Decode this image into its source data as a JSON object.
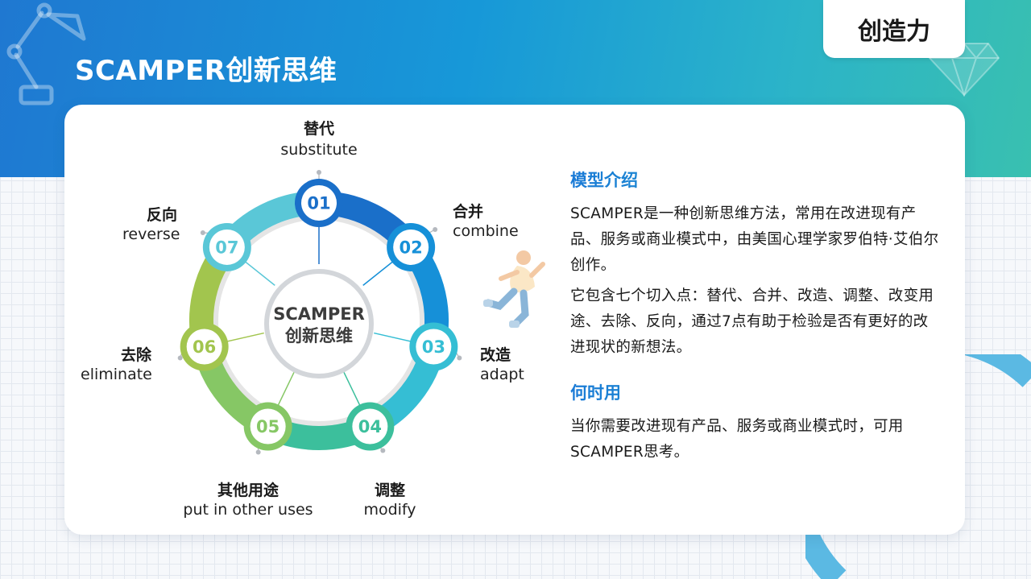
{
  "header": {
    "title": "SCAMPER创新思维",
    "tag": "创造力"
  },
  "diagram": {
    "hub": {
      "line1": "SCAMPER",
      "line2": "创新思维"
    },
    "steps": [
      {
        "num": "01",
        "cn": "替代",
        "en": "substitute",
        "color": "#1a6fc9"
      },
      {
        "num": "02",
        "cn": "合并",
        "en": "combine",
        "color": "#1690d8"
      },
      {
        "num": "03",
        "cn": "改造",
        "en": "adapt",
        "color": "#35bed4"
      },
      {
        "num": "04",
        "cn": "调整",
        "en": "modify",
        "color": "#3cbf9c"
      },
      {
        "num": "05",
        "cn": "其他用途",
        "en": "put in other uses",
        "color": "#86c765"
      },
      {
        "num": "06",
        "cn": "去除",
        "en": "eliminate",
        "color": "#a2c54e"
      },
      {
        "num": "07",
        "cn": "反向",
        "en": "reverse",
        "color": "#5ac7d7"
      }
    ]
  },
  "info": {
    "section1_title": "模型介绍",
    "section1_para1": "SCAMPER是一种创新思维方法，常用在改进现有产品、服务或商业模式中，由美国心理学家罗伯特·艾伯尔创作。",
    "section1_para2": "它包含七个切入点：替代、合并、改造、调整、改变用途、去除、反向，通过7点有助于检验是否有更好的改进现状的新想法。",
    "section2_title": "何时用",
    "section2_para": "当你需要改进现有产品、服务或商业模式时，可用SCAMPER思考。"
  }
}
